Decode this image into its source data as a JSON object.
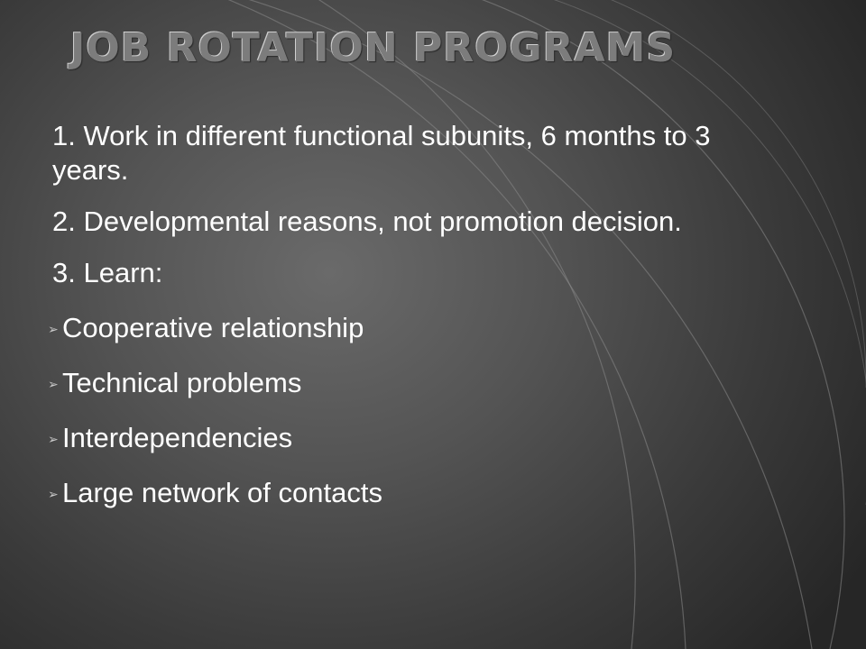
{
  "slide": {
    "title": "Job Rotation Programs",
    "paragraphs": [
      "1. Work in different functional subunits, 6 months to 3 years.",
      "2. Developmental reasons, not promotion decision.",
      "3. Learn:"
    ],
    "bullets": [
      "Cooperative relationship",
      "Technical problems",
      "Interdependencies",
      "Large network of contacts"
    ],
    "bullet_glyph": "➢",
    "bullet_icon": "arrow-bullet-icon"
  },
  "colors": {
    "background": "#545454",
    "title": "#7c7c7c",
    "text": "#ffffff"
  }
}
